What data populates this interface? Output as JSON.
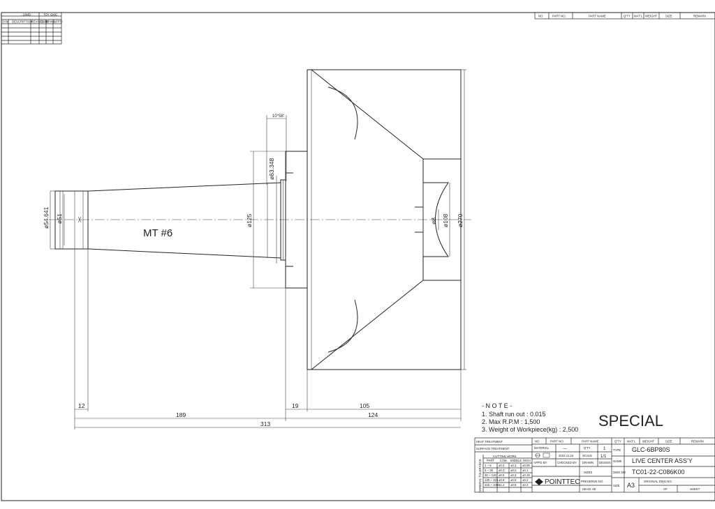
{
  "revision_table": {
    "top_labels": [
      "- 10MD",
      "TOY GMG"
    ],
    "headers": [
      "SYM",
      "DESCRIPTION",
      "REVISED BY",
      "DATE",
      "CHKD",
      "APP'D"
    ]
  },
  "parts_header": [
    "NO",
    "PART NO.",
    "PART NAME",
    "Q'TY",
    "MAT'L",
    "WEIGHT",
    "SIZE",
    "REMARK"
  ],
  "drawing": {
    "taper_label": "MT #6",
    "diameters": [
      "ø54.641",
      "ø51",
      "ø63.348",
      "ø125",
      "ø108",
      "ø270",
      "ø8"
    ],
    "angle_label": "10°58'",
    "dims_bottom": [
      "12",
      "19",
      "105",
      "189",
      "124",
      "313"
    ]
  },
  "notes": {
    "title": "- N O T E -",
    "items": [
      "1. Shaft run out : 0.015",
      "2. Max R.P.M : 1,500",
      "3. Weight of Workpiece(kg) : 2,500"
    ]
  },
  "special_label": "SPECIAL",
  "title_block": {
    "heat_treatment": "HEAT TREATMENT",
    "surface_treatment": "SURFACE TREATMENT",
    "cutting_work": "CUTTING WORK",
    "tolerance_side": "GENERAL TOLERANCE",
    "tol_headers": [
      "PART",
      "LOW",
      "MIDDLE",
      "HIGH"
    ],
    "tol_rows": [
      [
        "1 ~ 6",
        "±0.2",
        "±0.1",
        "±0.05"
      ],
      [
        "6 ~ 30",
        "±0.3",
        "±0.2",
        "±0.1"
      ],
      [
        "30 ~ 120",
        "±0.5",
        "±0.3",
        "±0.15"
      ],
      [
        "120 ~ 315",
        "±0.8",
        "±0.5",
        "±0.2"
      ],
      [
        "315 ~ 1000",
        "±1.2",
        "±0.8",
        "±0.3"
      ]
    ],
    "header": [
      "NO",
      "PART NO.",
      "PART NAME",
      "Q'TY",
      "MAT'L",
      "WEIGHT",
      "SIZE",
      "REMARK"
    ],
    "material_label": "MATERIAL",
    "material_value": "---",
    "qty_label": "Q'TY",
    "qty_value": "1",
    "date": "2022.11.24",
    "scale_label": "SCALE",
    "scale_value": "1/1",
    "approved_by": "APP'D BY",
    "checked_by": "CHECKED BY",
    "drawn": "DRAWN",
    "design": "DESIGN",
    "sizes": "SIZES",
    "preserve_no": "PRESERVE NO.",
    "head": "HEAD: 6E",
    "company": "POINTTEC",
    "type_label": "TYPE",
    "type_value": "GLC-6BP80S",
    "name_label": "NAME",
    "name_value": "LIVE CENTER ASS'Y",
    "dwg_label": "DWG.NO",
    "dwg_value": "TC01-22-C086K00",
    "size_label": "SIZE",
    "size_value": "A3",
    "original_dwg": "ORIGINAL DWG.NO.",
    "of": "OF",
    "sheet": "SHEET"
  }
}
